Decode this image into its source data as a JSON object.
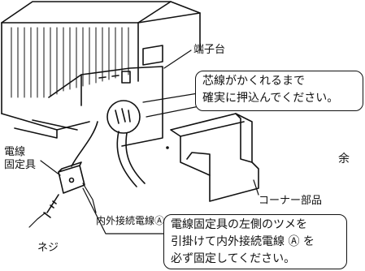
{
  "labels": {
    "terminal_block": "端子台",
    "cable_clamp_line1": "電線",
    "cable_clamp_line2": "固定具",
    "screw": "ネジ",
    "connecting_cable": "内外接続電線Ⓐ",
    "corner_part": "コーナー部品",
    "cut_text": "余"
  },
  "callouts": {
    "top": [
      "芯線がかくれるまで",
      "確実に押込んでください。"
    ],
    "bottom": [
      "電線固定具の左側のツメを",
      "引掛けて内外接続電線 Ⓐ を",
      "必ず固定してください。"
    ]
  }
}
